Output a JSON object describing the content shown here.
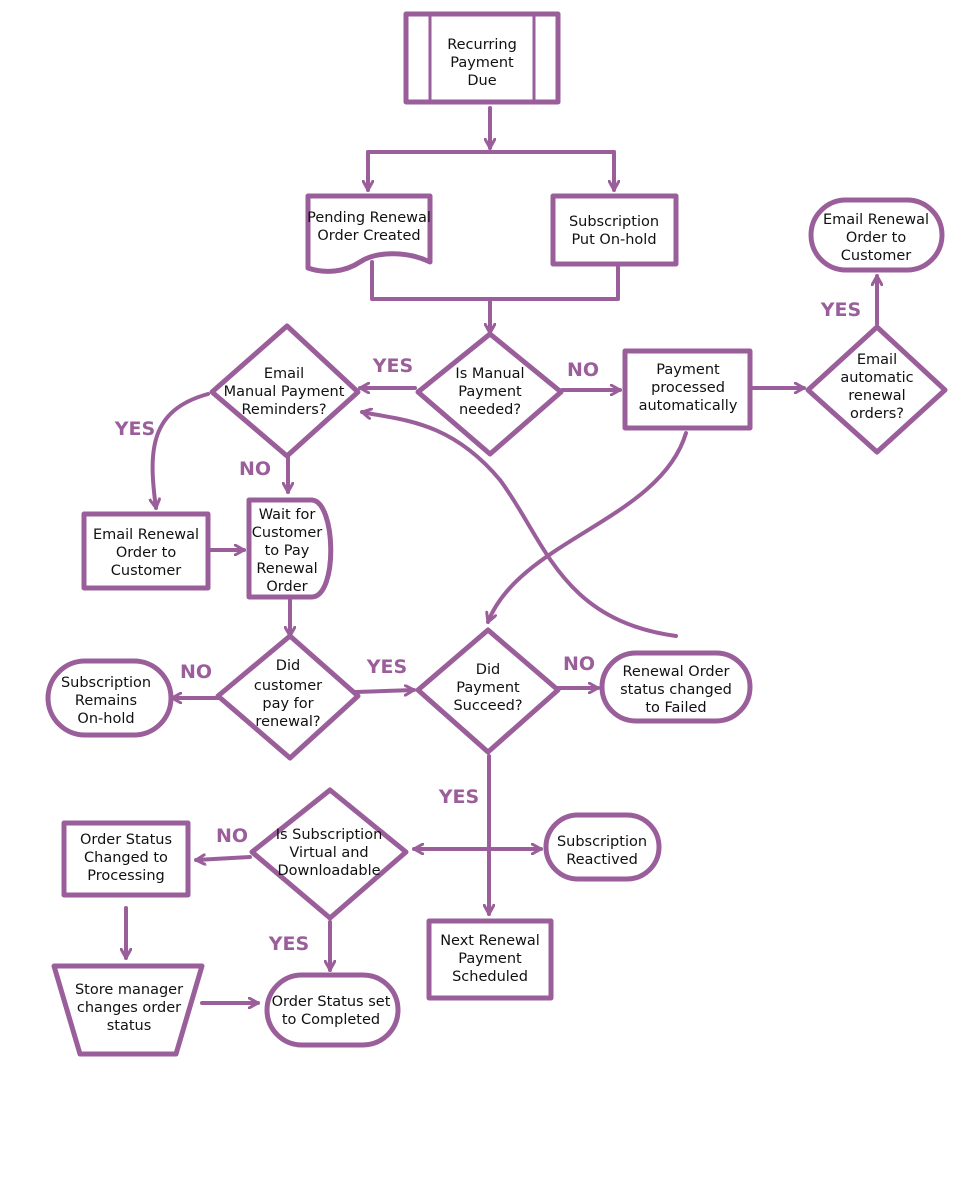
{
  "colors": {
    "stroke": "#9a5f9a",
    "text": "#111111",
    "background": "#ffffff"
  },
  "nodes": {
    "recurring_payment_due": [
      "Recurring",
      "Payment",
      "Due"
    ],
    "pending_renewal": [
      "Pending Renewal",
      "Order Created"
    ],
    "subscription_on_hold": [
      "Subscription",
      "Put On-hold"
    ],
    "email_renewal_top": [
      "Email Renewal",
      "Order to",
      "Customer"
    ],
    "email_manual_reminders": [
      "Email",
      "Manual Payment",
      "Reminders?"
    ],
    "is_manual_payment": [
      "Is Manual",
      "Payment",
      "needed?"
    ],
    "payment_processed_auto": [
      "Payment",
      "processed",
      "automatically"
    ],
    "email_auto_renewal": [
      "Email",
      "automatic",
      "renewal",
      "orders?"
    ],
    "email_renewal_left": [
      "Email Renewal",
      "Order to",
      "Customer"
    ],
    "wait_for_customer": [
      "Wait for",
      "Customer",
      "to Pay",
      "Renewal",
      "Order"
    ],
    "subscription_remains": [
      "Subscription",
      "Remains",
      "On-hold"
    ],
    "did_customer_pay": [
      "Did",
      "customer",
      "pay for",
      "renewal?"
    ],
    "did_payment_succeed": [
      "Did",
      "Payment",
      "Succeed?"
    ],
    "renewal_failed": [
      "Renewal Order",
      "status changed",
      "to Failed"
    ],
    "order_status_processing": [
      "Order Status",
      "Changed to",
      "Processing"
    ],
    "is_subscription_virtual": [
      "Is Subscription",
      "Virtual and",
      "Downloadable"
    ],
    "subscription_reactived": [
      "Subscription",
      "Reactived"
    ],
    "next_renewal_scheduled": [
      "Next Renewal",
      "Payment",
      "Scheduled"
    ],
    "store_manager_changes": [
      "Store manager",
      "changes order",
      "status"
    ],
    "order_completed": [
      "Order Status set",
      "to Completed"
    ]
  },
  "edge_labels": {
    "manual_yes": "YES",
    "manual_no": "NO",
    "auto_email_yes": "YES",
    "reminders_yes": "YES",
    "reminders_no": "NO",
    "customer_paid_no": "NO",
    "customer_paid_yes": "YES",
    "payment_failed_no": "NO",
    "payment_succeeded_yes": "YES",
    "virtual_no": "NO",
    "virtual_yes": "YES"
  }
}
